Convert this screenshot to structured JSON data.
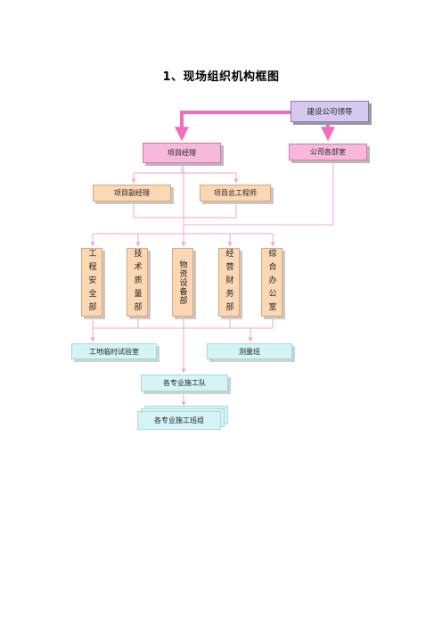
{
  "title": "1、现场组织机构框图",
  "nodes": {
    "company_leader": "建设公司领导",
    "company_depts": "公司各部室",
    "project_manager": "项目经理",
    "deputy_manager": "项目副经理",
    "chief_engineer": "项目总工程师",
    "dept_safety": "工程安全部",
    "dept_tech": "技术质量部",
    "dept_material": "物资设备部",
    "dept_finance": "经营财务部",
    "dept_office": "综合办公室",
    "test_lab": "工地临时试验室",
    "survey_team": "测量班",
    "construction_teams": "各专业施工队",
    "construction_crews": "各专业施工班组"
  },
  "colors": {
    "company_box": "#d6c8ef",
    "pink_box": "#f7b8dc",
    "peach_box": "#fbd7b3",
    "cyan_box": "#d4f4f6",
    "connector": "#f2a6d2",
    "thick_arrow": "#ee6fbd"
  }
}
